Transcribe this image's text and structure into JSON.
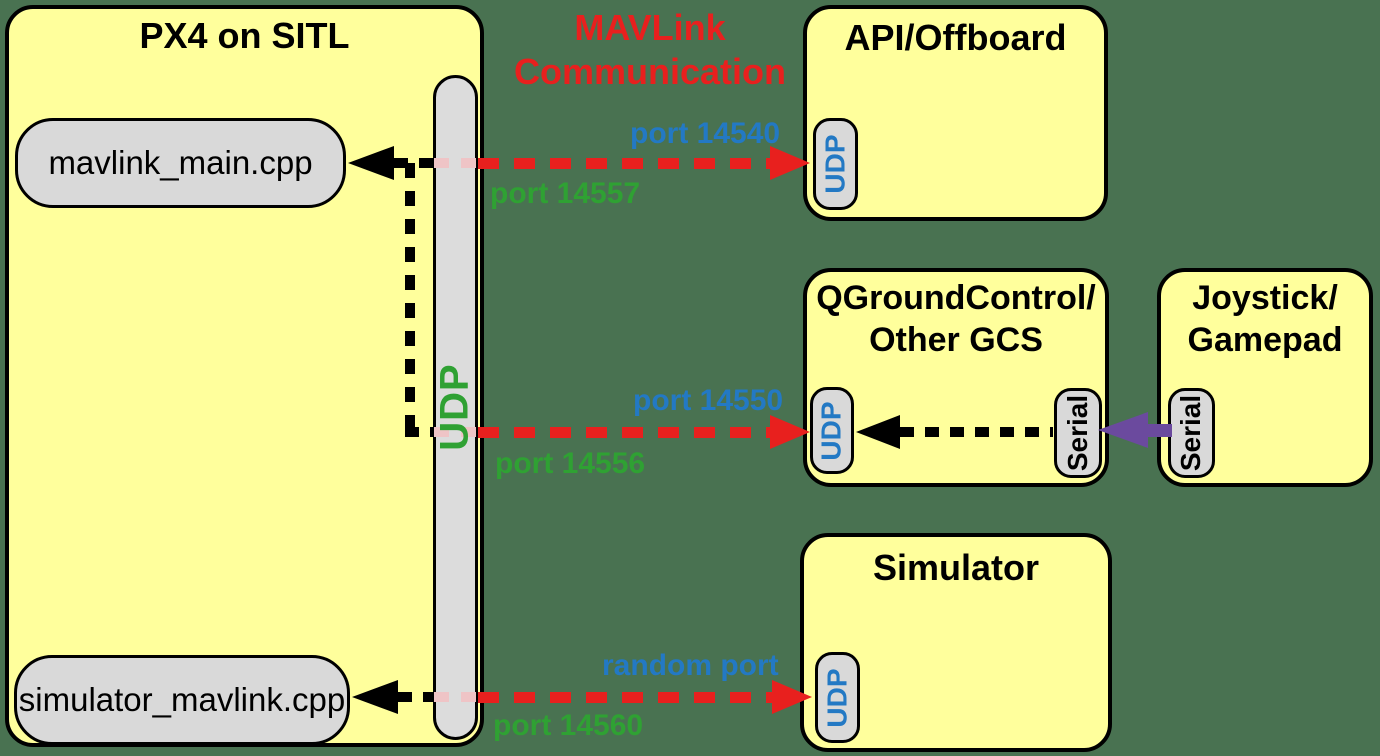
{
  "heading": {
    "line1": "MAVLink",
    "line2": "Communication"
  },
  "px4": {
    "title": "PX4 on SITL",
    "mavlink_main_label": "mavlink_main.cpp",
    "simulator_mavlink_label": "simulator_mavlink.cpp",
    "udp_bus_label": "UDP"
  },
  "api_offboard": {
    "title": "API/Offboard",
    "udp_label": "UDP"
  },
  "qgroundcontrol": {
    "title_line1": "QGroundControl/",
    "title_line2": "Other GCS",
    "udp_label": "UDP",
    "serial_label": "Serial"
  },
  "joystick": {
    "title_line1": "Joystick/",
    "title_line2": "Gamepad",
    "serial_label": "Serial"
  },
  "simulator": {
    "title": "Simulator",
    "udp_label": "UDP"
  },
  "links": {
    "api": {
      "blue_port": "port 14540",
      "green_port": "port 14557"
    },
    "gcs": {
      "blue_port": "port 14550",
      "green_port": "port 14556"
    },
    "sim": {
      "blue_port": "random port",
      "green_port": "port 14560"
    }
  },
  "colors": {
    "background": "#497251",
    "box_yellow": "#FFFF9C",
    "node_gray": "#D9D9D9",
    "bar_gray": "#DCDCDC",
    "arrow_red": "#E8201E",
    "text_blue": "#2379C4",
    "text_green": "#2FA133",
    "arrow_purple": "#6B4A9E",
    "red_dim_pink": "#EFC4C6"
  }
}
